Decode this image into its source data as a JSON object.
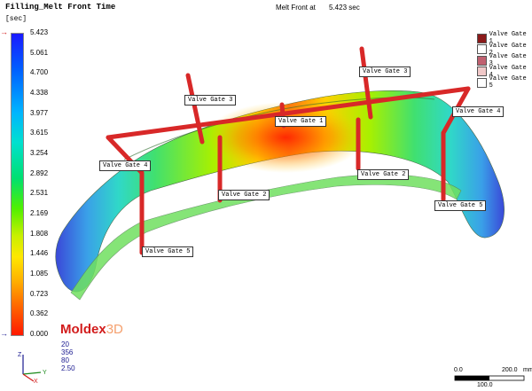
{
  "header": {
    "title": "Filling_Melt Front Time",
    "unit": "[sec]",
    "melt_front_label": "Melt Front at",
    "melt_front_value": "5.423 sec"
  },
  "colorbar": {
    "ticks": [
      "5.423",
      "5.061",
      "4.700",
      "4.338",
      "3.977",
      "3.615",
      "3.254",
      "2.892",
      "2.531",
      "2.169",
      "1.808",
      "1.446",
      "1.085",
      "0.723",
      "0.362",
      "0.000"
    ],
    "max_marker_color": "#d21c1c",
    "min_marker_color": "#1a1a90"
  },
  "legend": {
    "items": [
      {
        "label": "Valve Gate 1",
        "color": "#8b1a1a"
      },
      {
        "label": "Valve Gate 2",
        "color": "#ffffff"
      },
      {
        "label": "Valve Gate 3",
        "color": "#c06070"
      },
      {
        "label": "Valve Gate 4",
        "color": "#f0c8c8"
      },
      {
        "label": "Valve Gate 5",
        "color": "#ffffff"
      }
    ]
  },
  "gates": [
    {
      "id": "g1",
      "label": "Valve Gate 1"
    },
    {
      "id": "g2a",
      "label": "Valve Gate 2"
    },
    {
      "id": "g2b",
      "label": "Valve Gate 2"
    },
    {
      "id": "g3a",
      "label": "Valve Gate 3"
    },
    {
      "id": "g3b",
      "label": "Valve Gate 3"
    },
    {
      "id": "g4a",
      "label": "Valve Gate 4"
    },
    {
      "id": "g4b",
      "label": "Valve Gate 4"
    },
    {
      "id": "g5a",
      "label": "Valve Gate 5"
    },
    {
      "id": "g5b",
      "label": "Valve Gate 5"
    }
  ],
  "brand": {
    "part1": "Moldex",
    "part2": "3D"
  },
  "view_values": [
    "20",
    "356",
    "80",
    "2.50"
  ],
  "scale": {
    "label_start": "0.0",
    "label_end": "200.0",
    "label_unit": "mm",
    "label_mid": "100.0"
  },
  "axis_labels": {
    "z": "Z",
    "y": "Y",
    "x": "X"
  }
}
